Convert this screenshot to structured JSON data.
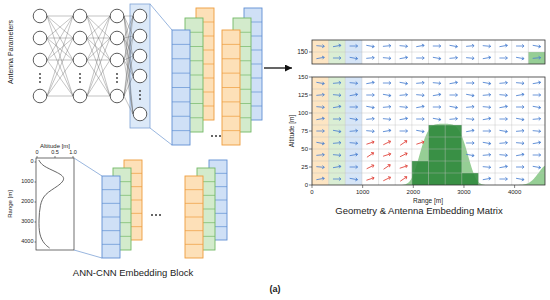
{
  "diagram": {
    "nodes": [
      {
        "text": [
          "ANN-CNN Embedding Block"
        ]
      },
      {
        "text": [
          "Geometry & Antenna Embedding Matrix"
        ]
      }
    ],
    "edges": [
      {
        "from": 0,
        "to": 1,
        "arrow": "to"
      }
    ],
    "labels": [
      "Antenna Parameters",
      "Altitude [m]",
      "0",
      "0.5",
      "1.0",
      "Range [m]",
      "0",
      "1000",
      "2000",
      "3000",
      "4000",
      "150",
      "Altitude [m]",
      "0",
      "25",
      "50",
      "75",
      "100",
      "125",
      "150",
      "0",
      "1000",
      "2000",
      "3000",
      "4000",
      "Range [m]",
      "(a)"
    ]
  }
}
